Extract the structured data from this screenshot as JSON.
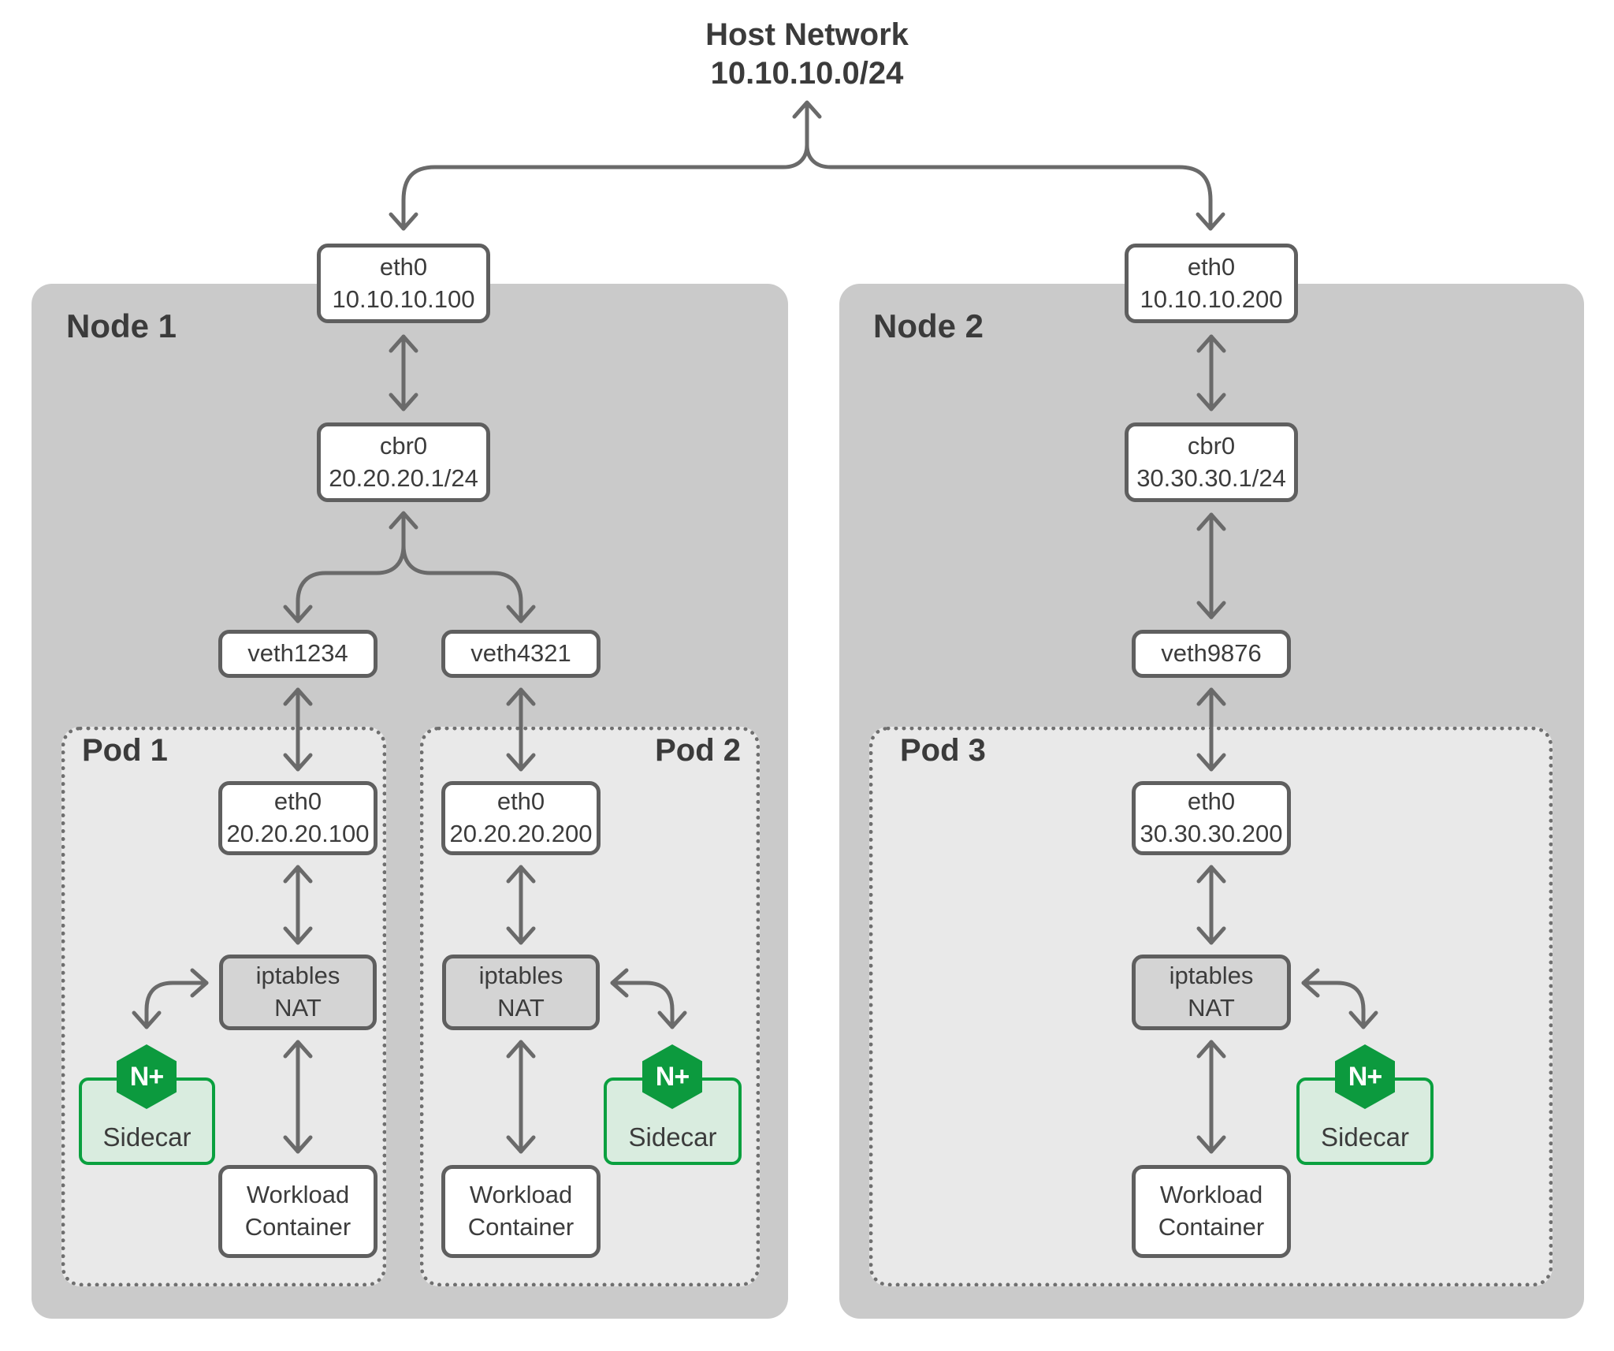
{
  "host_network": {
    "title": "Host Network",
    "cidr": "10.10.10.0/24"
  },
  "nodes": [
    {
      "label": "Node 1",
      "eth0": {
        "name": "eth0",
        "ip": "10.10.10.100"
      },
      "bridge": {
        "name": "cbr0",
        "cidr": "20.20.20.1/24"
      },
      "veths": [
        {
          "name": "veth1234"
        },
        {
          "name": "veth4321"
        }
      ]
    },
    {
      "label": "Node 2",
      "eth0": {
        "name": "eth0",
        "ip": "10.10.10.200"
      },
      "bridge": {
        "name": "cbr0",
        "cidr": "30.30.30.1/24"
      },
      "veths": [
        {
          "name": "veth9876"
        }
      ]
    }
  ],
  "pods": [
    {
      "label": "Pod 1",
      "eth0": {
        "name": "eth0",
        "ip": "20.20.20.100"
      },
      "nat": {
        "line1": "iptables",
        "line2": "NAT"
      },
      "sidecar": {
        "label": "Sidecar",
        "badge": "N+"
      },
      "workload": {
        "line1": "Workload",
        "line2": "Container"
      }
    },
    {
      "label": "Pod 2",
      "eth0": {
        "name": "eth0",
        "ip": "20.20.20.200"
      },
      "nat": {
        "line1": "iptables",
        "line2": "NAT"
      },
      "sidecar": {
        "label": "Sidecar",
        "badge": "N+"
      },
      "workload": {
        "line1": "Workload",
        "line2": "Container"
      }
    },
    {
      "label": "Pod 3",
      "eth0": {
        "name": "eth0",
        "ip": "30.30.30.200"
      },
      "nat": {
        "line1": "iptables",
        "line2": "NAT"
      },
      "sidecar": {
        "label": "Sidecar",
        "badge": "N+"
      },
      "workload": {
        "line1": "Workload",
        "line2": "Container"
      }
    }
  ],
  "colors": {
    "nginx_green": "#0c9a3e",
    "sidecar_fill": "#d9ecdf",
    "node_fill": "#cacaca",
    "pod_fill": "#e9e9e9",
    "arrow_gray": "#6a6a6a",
    "text": "#3b3b3b"
  }
}
